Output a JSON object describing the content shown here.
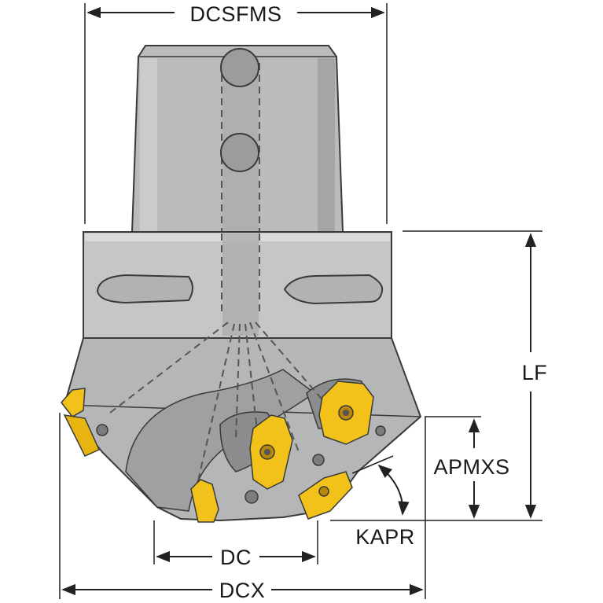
{
  "labels": {
    "dcsfms": "DCSFMS",
    "lf": "LF",
    "apmxs": "APMXS",
    "kapr": "KAPR",
    "dc": "DC",
    "dcx": "DCX"
  },
  "colors": {
    "body_gray": "#b9bbbc",
    "body_dark": "#8e9091",
    "body_light": "#d4d6d7",
    "outline": "#3a3a3a",
    "insert_yellow": "#f2c21a",
    "insert_dark": "#b8860b",
    "dimension_line": "#222222",
    "background": "#ffffff"
  }
}
